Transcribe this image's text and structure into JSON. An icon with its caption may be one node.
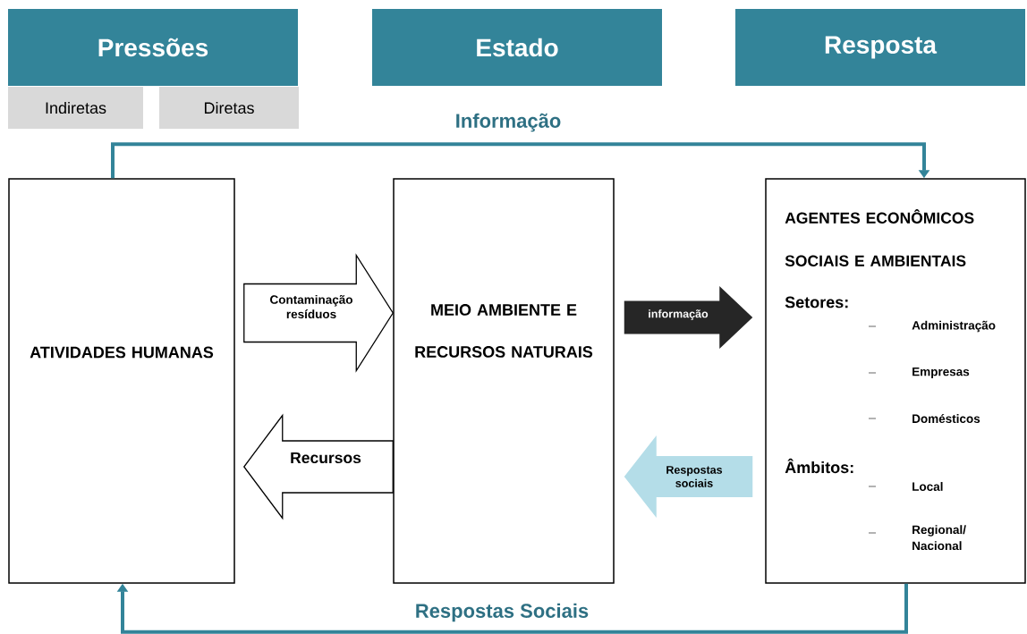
{
  "diagram": {
    "nodes": [
      {
        "text": [
          "Pressões"
        ]
      },
      {
        "text": [
          "Estado"
        ]
      },
      {
        "text": [
          "Resposta"
        ]
      },
      {
        "text": [
          "Indiretas"
        ]
      },
      {
        "text": [
          "Diretas"
        ]
      },
      {
        "text": [
          "ATIVIDADES HUMANAS"
        ]
      },
      {
        "text": [
          "MEIO AMBIENTE E RECURSOS NATURAIS"
        ]
      },
      {
        "text": [
          "AGENTES ECONÔMICOS SOCIAIS E AMBIENTAIS",
          "Setores:",
          "Administração",
          "Empresas",
          "Domésticos",
          "Âmbitos:",
          "Local",
          "Regional/ Nacional"
        ]
      }
    ],
    "edges": [
      {
        "from": 5,
        "to": 7,
        "arrow": "to",
        "label": "Informação",
        "color": "#338499"
      },
      {
        "from": 7,
        "to": 5,
        "arrow": "to",
        "label": "Respostas Sociais",
        "color": "#338499"
      },
      {
        "from": 5,
        "to": 6,
        "arrow": "to",
        "label": "Contaminação resíduos",
        "color": "#ffffff"
      },
      {
        "from": 6,
        "to": 5,
        "arrow": "to",
        "label": "Recursos",
        "color": "#ffffff"
      },
      {
        "from": 6,
        "to": 7,
        "arrow": "to",
        "label": "informação",
        "color": "#262626"
      },
      {
        "from": 7,
        "to": 6,
        "arrow": "to",
        "label": "Respostas sociais",
        "color": "#b4dde8"
      }
    ]
  }
}
